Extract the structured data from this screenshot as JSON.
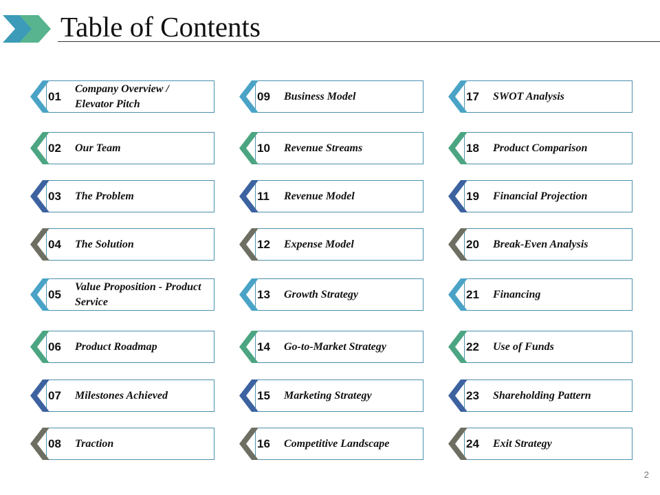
{
  "slide": {
    "title": "Table of Contents",
    "page_number": "2"
  },
  "colors": {
    "teal": "#4AA3C7",
    "green": "#4CA582",
    "navy": "#3C62A0",
    "gray": "#6E6E62",
    "logo_teal": "#3B9BB8",
    "logo_green": "#58B48E",
    "box_border": "#4A8FAE"
  },
  "toc": [
    {
      "num": "01",
      "label": "Company Overview / Elevator Pitch",
      "color": "teal"
    },
    {
      "num": "02",
      "label": "Our Team",
      "color": "green"
    },
    {
      "num": "03",
      "label": "The Problem",
      "color": "navy"
    },
    {
      "num": "04",
      "label": "The Solution",
      "color": "gray"
    },
    {
      "num": "05",
      "label": "Value Proposition - Product Service",
      "color": "teal"
    },
    {
      "num": "06",
      "label": "Product Roadmap",
      "color": "green"
    },
    {
      "num": "07",
      "label": "Milestones Achieved",
      "color": "navy"
    },
    {
      "num": "08",
      "label": "Traction",
      "color": "gray"
    },
    {
      "num": "09",
      "label": "Business Model",
      "color": "teal"
    },
    {
      "num": "10",
      "label": "Revenue Streams",
      "color": "green"
    },
    {
      "num": "11",
      "label": "Revenue Model",
      "color": "navy"
    },
    {
      "num": "12",
      "label": "Expense Model",
      "color": "gray"
    },
    {
      "num": "13",
      "label": "Growth Strategy",
      "color": "teal"
    },
    {
      "num": "14",
      "label": "Go-to-Market Strategy",
      "color": "green"
    },
    {
      "num": "15",
      "label": "Marketing Strategy",
      "color": "navy"
    },
    {
      "num": "16",
      "label": "Competitive Landscape",
      "color": "gray"
    },
    {
      "num": "17",
      "label": "SWOT Analysis",
      "color": "teal"
    },
    {
      "num": "18",
      "label": "Product Comparison",
      "color": "green"
    },
    {
      "num": "19",
      "label": "Financial Projection",
      "color": "navy"
    },
    {
      "num": "20",
      "label": "Break-Even Analysis",
      "color": "gray"
    },
    {
      "num": "21",
      "label": "Financing",
      "color": "teal"
    },
    {
      "num": "22",
      "label": "Use of Funds",
      "color": "green"
    },
    {
      "num": "23",
      "label": "Shareholding Pattern",
      "color": "navy"
    },
    {
      "num": "24",
      "label": "Exit Strategy",
      "color": "gray"
    }
  ]
}
